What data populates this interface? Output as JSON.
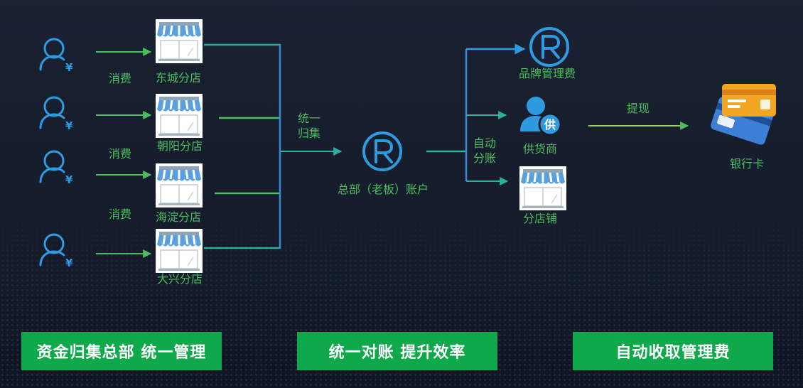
{
  "stores": [
    "东城分店",
    "朝阳分店",
    "海淀分店",
    "大兴分店"
  ],
  "consume_label": "消费",
  "merge_label": [
    "统一",
    "归集"
  ],
  "hq_label": "总部（老板）账户",
  "split_label": [
    "自动",
    "分账"
  ],
  "targets": {
    "brand_fee": "品牌管理费",
    "supplier": "供货商",
    "branch": "分店铺"
  },
  "supplier_badge": "供",
  "currency_symbol": "¥",
  "withdraw_label": "提现",
  "bank_card_label": "银行卡",
  "banners": [
    "资金归集总部  统一管理",
    "统一对账  提升效率",
    "自动收取管理费"
  ],
  "colors": {
    "accent_blue": "#2e9be0",
    "accent_green": "#4bbd5e",
    "banner_green": "#0fa84a",
    "card_orange": "#f3a623",
    "card_blue": "#3d7fd6"
  }
}
